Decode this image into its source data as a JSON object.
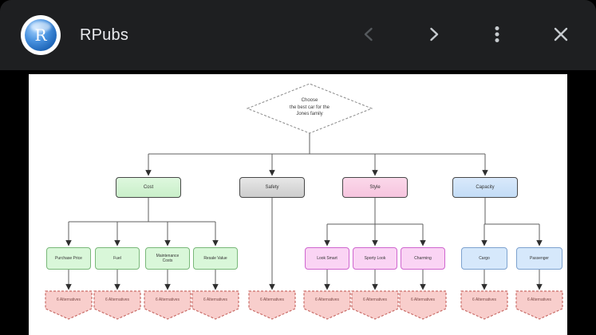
{
  "toolbar": {
    "title": "RPubs",
    "logo_letter": "R",
    "buttons": [
      {
        "name": "back",
        "icon": "chevron-left"
      },
      {
        "name": "forward",
        "icon": "chevron-right"
      },
      {
        "name": "menu",
        "icon": "kebab-menu"
      },
      {
        "name": "close",
        "icon": "close-x"
      }
    ]
  },
  "palette": {
    "toolbar_bg": "#1e1f21",
    "page_bg": "#000000",
    "canvas_bg": "#ffffff",
    "criteria_border": "#484848",
    "green_fill": "#d9f7d9",
    "green_border": "#79b879",
    "gray_fill": "#d9d9d9",
    "pink_fill": "#f8cee4",
    "sub_pink_fill": "#fad4f4",
    "sub_pink_border": "#cf66cf",
    "blue_fill": "#d6e8fb",
    "blue_border": "#7da2cf",
    "leaf_fill": "#f8cecc",
    "leaf_border": "#c96b66",
    "edge_color": "#5f5f5f",
    "logo_blue": "#2f7fd6"
  },
  "diagram": {
    "goal_label": "Choose\nthe best car for the\nJones family",
    "criteria": [
      {
        "label": "Cost",
        "color": "green"
      },
      {
        "label": "Safety",
        "color": "gray"
      },
      {
        "label": "Style",
        "color": "pink"
      },
      {
        "label": "Capacity",
        "color": "blue"
      }
    ],
    "cost_children": [
      {
        "label": "Purchase Price"
      },
      {
        "label": "Fuel"
      },
      {
        "label": "Maintenance Costs"
      },
      {
        "label": "Resale Value"
      }
    ],
    "style_children": [
      {
        "label": "Look Smart"
      },
      {
        "label": "Sporty Look"
      },
      {
        "label": "Charming"
      }
    ],
    "capacity_children": [
      {
        "label": "Cargo"
      },
      {
        "label": "Passenger"
      }
    ],
    "alternatives_label": "6 Alternatives"
  }
}
